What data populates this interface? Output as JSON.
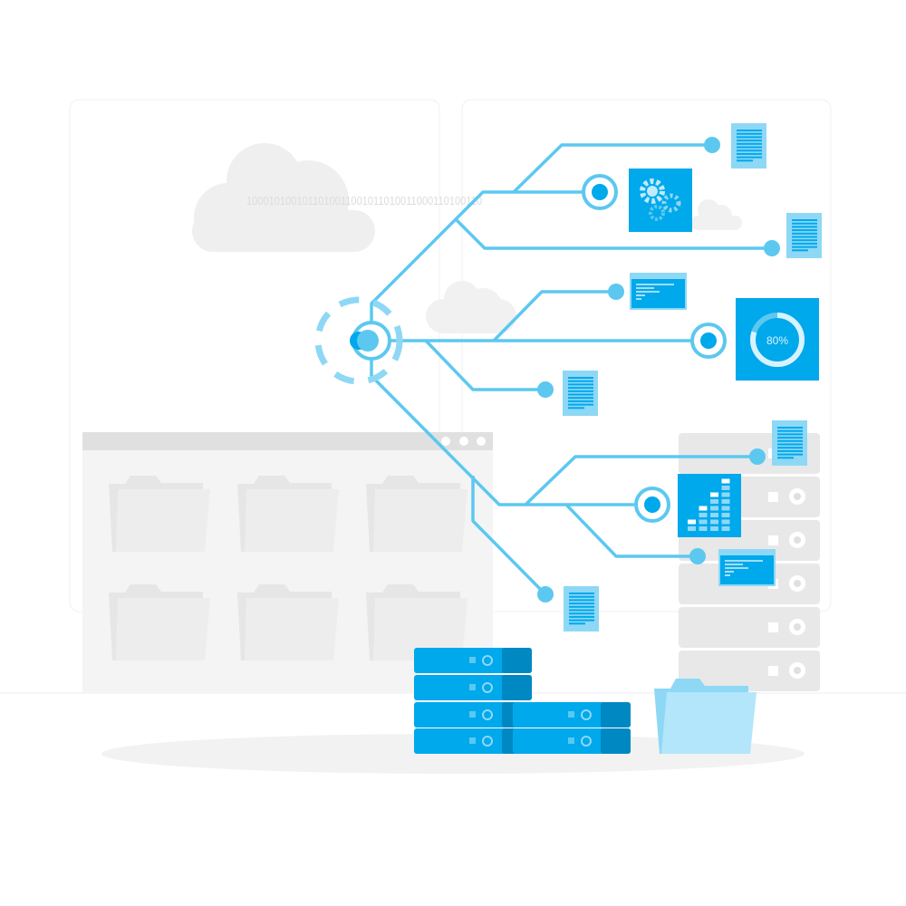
{
  "illustration": {
    "binary_text": "1000101001011010011001011010011000110100110",
    "progress_label": "80%",
    "progress_value": 0.8,
    "colors": {
      "line": "#5cc8f0",
      "accent": "#00a8ec",
      "accent_dark": "#0088c2",
      "light_blue": "#8ed8f6",
      "gray_panel": "#f3f3f3",
      "gray_mid": "#e2e2e2"
    },
    "icons": [
      "cloud-icon",
      "folder-icon",
      "server-icon",
      "document-icon",
      "gears-icon",
      "terminal-icon",
      "progress-ring-icon",
      "bar-chart-icon",
      "network-hub-icon"
    ]
  }
}
